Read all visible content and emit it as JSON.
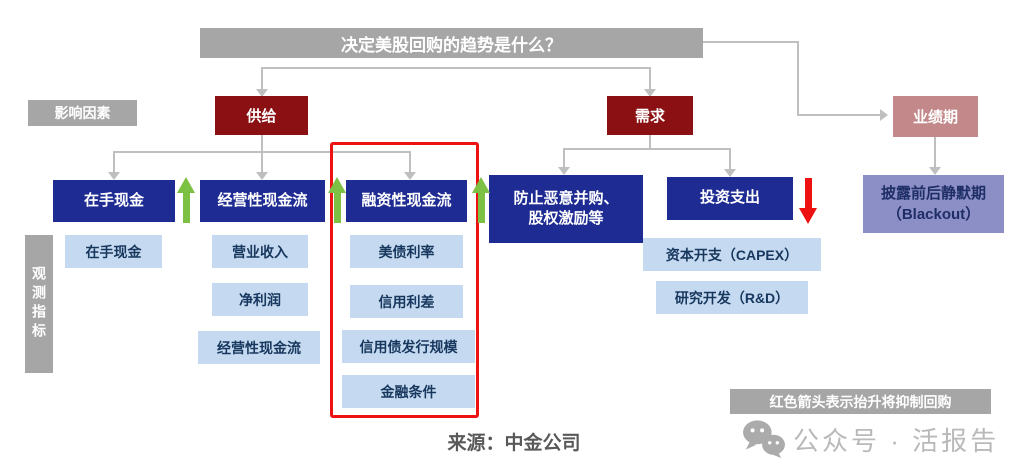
{
  "colors": {
    "gray": "#a6a6a6",
    "darkred": "#8a1014",
    "rose": "#c38889",
    "navy": "#1e2b93",
    "lightblue": "#c5daf0",
    "lavender": "#8c8ec6",
    "green": "#7cc143",
    "red": "#ee1112",
    "line": "#bfbfbf"
  },
  "title": "决定美股回购的趋势是什么？",
  "side_labels": {
    "influence": "影响因素",
    "observe": "观测指标"
  },
  "factors": {
    "supply": "供给",
    "demand": "需求",
    "earnings": "业绩期"
  },
  "drivers": {
    "cash": "在手现金",
    "operating_cf": "经营性现金流",
    "financing_cf": "融资性现金流",
    "prevent_line1": "防止恶意并购、",
    "prevent_line2": "股权激励等",
    "investment": "投资支出",
    "blackout_line1": "披露前后静默期",
    "blackout_line2": "（Blackout）"
  },
  "indicators": {
    "cash": [
      "在手现金"
    ],
    "operating": [
      "营业收入",
      "净利润",
      "经营性现金流"
    ],
    "financing": [
      "美债利率",
      "信用利差",
      "信用债发行规模",
      "金融条件"
    ],
    "investment": [
      "资本开支（CAPEX）",
      "研究开发（R&D）"
    ]
  },
  "footer": {
    "note": "红色箭头表示抬升将抑制回购",
    "source": "来源：中金公司",
    "watermark": "公众号 · 活报告"
  }
}
